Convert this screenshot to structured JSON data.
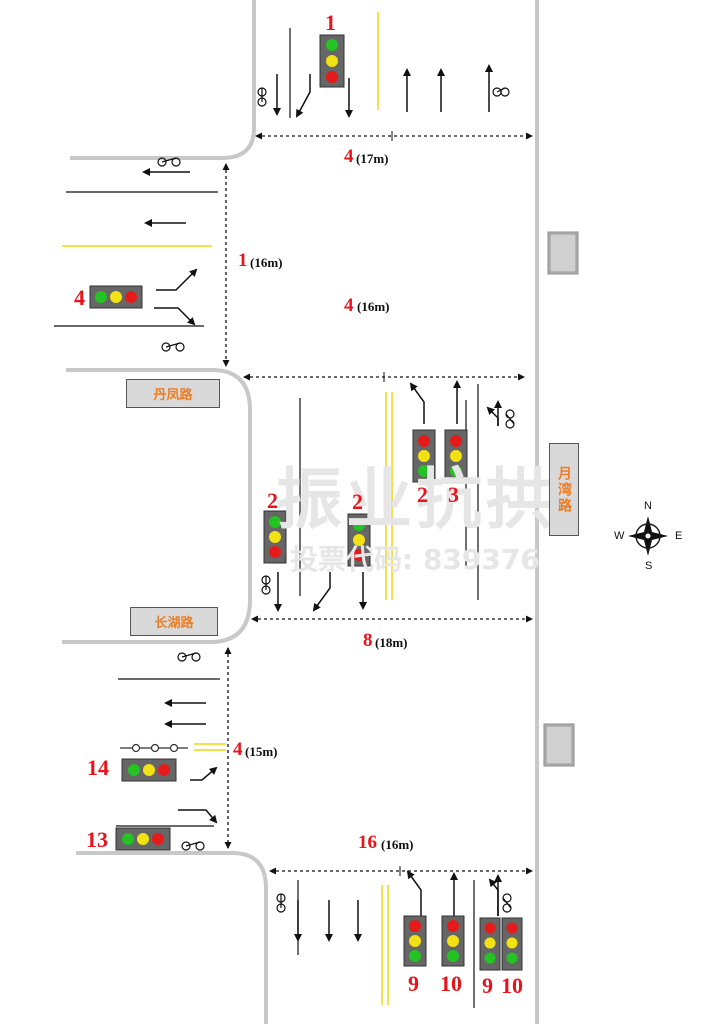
{
  "roads": {
    "danfeng": "丹凤路",
    "changhu": "长湖路",
    "yuewan": "月湾路"
  },
  "compass": {
    "n": "N",
    "s": "S",
    "e": "E",
    "w": "W"
  },
  "watermark": {
    "main": "振业抗拱",
    "sub": "投票代码: 839376"
  },
  "signal_labels": {
    "s1": "1",
    "s4_west": "4",
    "s2_left": "2",
    "s2_right": "2",
    "s2_north": "2",
    "s3_north": "3",
    "s14": "14",
    "s13": "13",
    "s9_a": "9",
    "s10_a": "10",
    "s9_b": "9",
    "s10_b": "10"
  },
  "crosswalks": {
    "north": {
      "num": "4",
      "dist": "(17m)"
    },
    "middle": {
      "num": "4",
      "dist": "(16m)"
    },
    "west_upper": {
      "num": "1",
      "dist": "(16m)"
    },
    "south_mid": {
      "num": "8",
      "dist": "(18m)"
    },
    "west_lower": {
      "num": "4",
      "dist": "(15m)"
    },
    "south": {
      "num": "16",
      "dist": "(16m)"
    }
  }
}
